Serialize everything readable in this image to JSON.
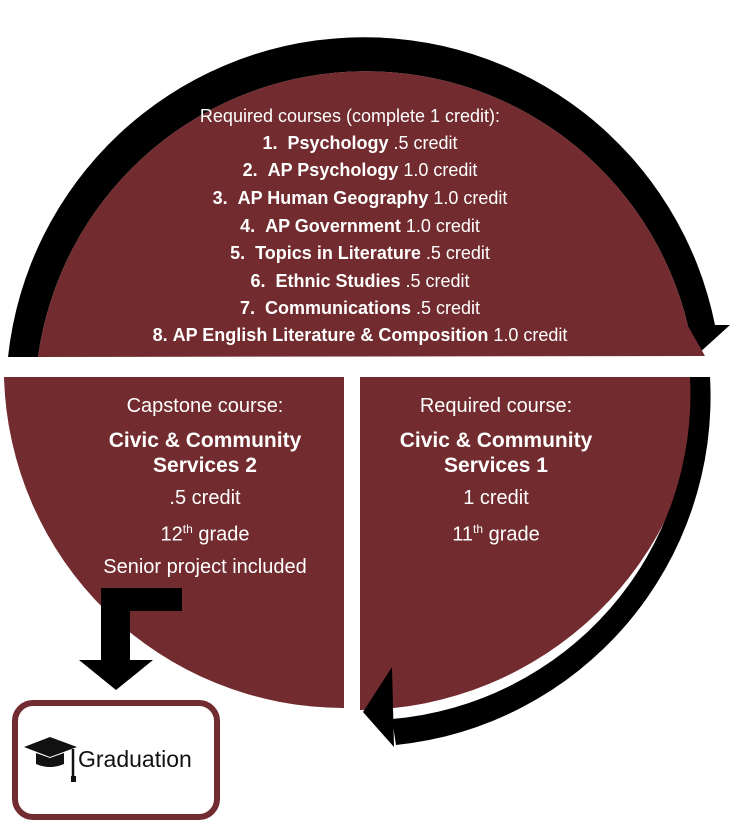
{
  "top": {
    "heading": "Required courses (complete 1 credit):",
    "courses": [
      {
        "num": "1.",
        "name": "Psychology",
        "credit": ".5 credit"
      },
      {
        "num": "2.",
        "name": "AP Psychology",
        "credit": "1.0 credit"
      },
      {
        "num": "3.",
        "name": "AP Human Geography",
        "credit": "1.0 credit"
      },
      {
        "num": "4.",
        "name": "AP Government",
        "credit": "1.0 credit"
      },
      {
        "num": "5.",
        "name": "Topics in Literature",
        "credit": ".5 credit"
      },
      {
        "num": "6.",
        "name": "Ethnic Studies",
        "credit": ".5 credit"
      },
      {
        "num": "7.",
        "name": "Communications",
        "credit": ".5 credit"
      },
      {
        "num": "8.",
        "name": "AP English Literature & Composition",
        "credit": "1.0 credit"
      }
    ]
  },
  "left": {
    "heading": "Capstone course:",
    "title_line1": "Civic & Community",
    "title_line2": "Services 2",
    "credit": ".5 credit",
    "grade_num": "12",
    "grade_sup": "th",
    "grade_word": "grade",
    "note": "Senior project included"
  },
  "right": {
    "heading": "Required course:",
    "title_line1": "Civic & Community",
    "title_line2": "Services 1",
    "credit": "1 credit",
    "grade_num": "11",
    "grade_sup": "th",
    "grade_word": "grade"
  },
  "graduation": {
    "label": "Graduation",
    "icon": "graduation-cap-icon"
  },
  "colors": {
    "maroon": "#722B2E",
    "arrow": "#000000",
    "box_border": "#722B2E"
  }
}
